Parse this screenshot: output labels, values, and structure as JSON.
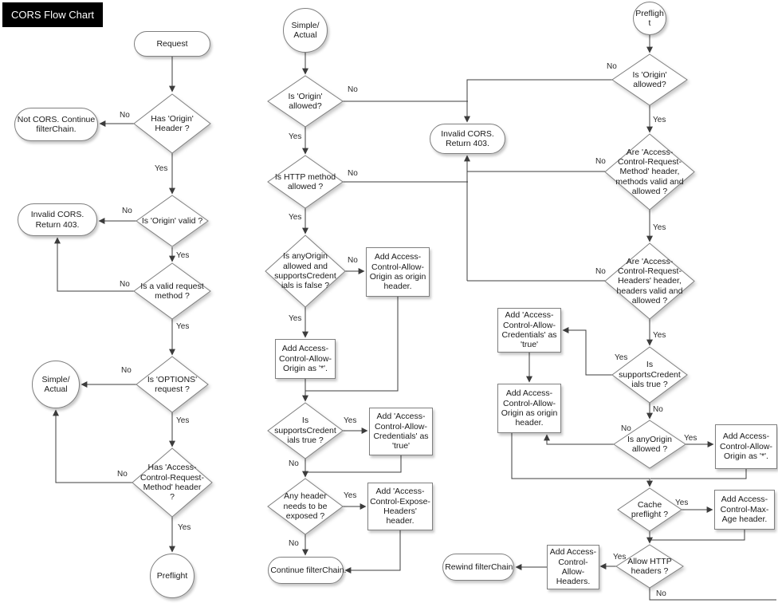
{
  "title": "CORS Flow Chart",
  "edge_labels": {
    "yes": "Yes",
    "no": "No"
  },
  "nodes": {
    "request": "Request",
    "d_has_origin": "Has 'Origin'\nHeader ?",
    "not_cors": "Not CORS. Continue\nfilterChain.",
    "d_origin_valid": "Is 'Origin' valid ?",
    "invalid_cors_left": "Invalid CORS.\nReturn 403.",
    "d_valid_method": "Is a valid request\nmethod ?",
    "d_options": "Is 'OPTIONS'\nrequest ?",
    "simple_actual_left": "Simple/\nActual",
    "d_has_acrm": "Has 'Access-\nControl-Request-\nMethod' header\n?",
    "preflight_left": "Preflight",
    "simple_actual_mid": "Simple/\nActual",
    "d_origin_allowed_mid": "Is 'Origin'\nallowed?",
    "invalid_cors_mid": "Invalid CORS.\nReturn 403.",
    "d_http_method": "Is HTTP method\nallowed ?",
    "d_anyorigin_cred": "Is anyOrigin\nallowed and\nsupportsCredent\nials is false ?",
    "r_acao_origin_mid": "Add Access-\nControl-Allow-\nOrigin as origin\nheader.",
    "r_acao_star_mid": "Add Access-\nControl-Allow-\nOrigin as '*'.",
    "d_cred_mid": "Is\nsupportsCredent\nials true ?",
    "r_cred_true_mid": "Add 'Access-\nControl-Allow-\nCredentials' as\n'true'",
    "d_expose": "Any header\nneeds to be\nexposed ?",
    "r_expose": "Add 'Access-\nControl-Expose-\nHeaders' header.",
    "continue_fc": "Continue filterChain.",
    "preflight_right": "Preflight",
    "d_origin_allowed_r": "Is 'Origin'\nallowed?",
    "d_acrm_valid": "Are 'Access-\nControl-Request-\nMethod' header,\nmethods  valid and\nallowed ?",
    "d_acrh_valid": "Are 'Access-\nControl-Request-\nHeaders' header,\nheaders valid and\nallowed ?",
    "d_cred_r": "Is\nsupportsCredent\nials true ?",
    "r_cred_true_r": "Add 'Access-\nControl-Allow-\nCredentials' as\n'true'",
    "r_acao_origin_r": "Add Access-\nControl-Allow-\nOrigin as origin\nheader.",
    "d_anyorigin_r": "Is anyOrigin\nallowed ?",
    "r_acao_star_r": "Add Access-\nControl-Allow-\nOrigin as '*'.",
    "d_cache": "Cache\npreflight ?",
    "r_maxage": "Add Access-\nControl-Max-\nAge header.",
    "d_allow_http": "Allow HTTP\nheaders ?",
    "r_acah": "Add Access-\nControl-\nAllow-\nHeaders.",
    "rewind_fc": "Rewind filterChain"
  }
}
